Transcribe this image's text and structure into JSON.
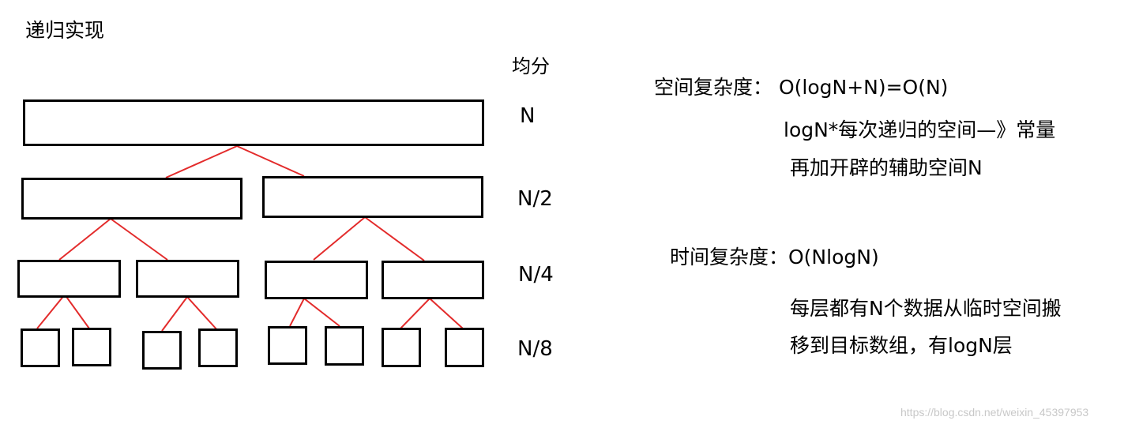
{
  "title": "递归实现",
  "partition_header": "均分",
  "levels": [
    "N",
    "N/2",
    "N/4",
    "N/8"
  ],
  "space": {
    "heading": "空间复杂度：  O(logN+N)=O(N)",
    "line1": "logN*每次递归的空间—》常量",
    "line2": "再加开辟的辅助空间N"
  },
  "time": {
    "heading": "时间复杂度：O(NlogN)",
    "line1": "每层都有N个数据从临时空间搬",
    "line2": "移到目标数组，有logN层"
  },
  "watermark": "https://blog.csdn.net/weixin_45397953",
  "colors": {
    "edge": "#e32b2b",
    "box_border": "#000000",
    "watermark": "#c8c8c8"
  }
}
